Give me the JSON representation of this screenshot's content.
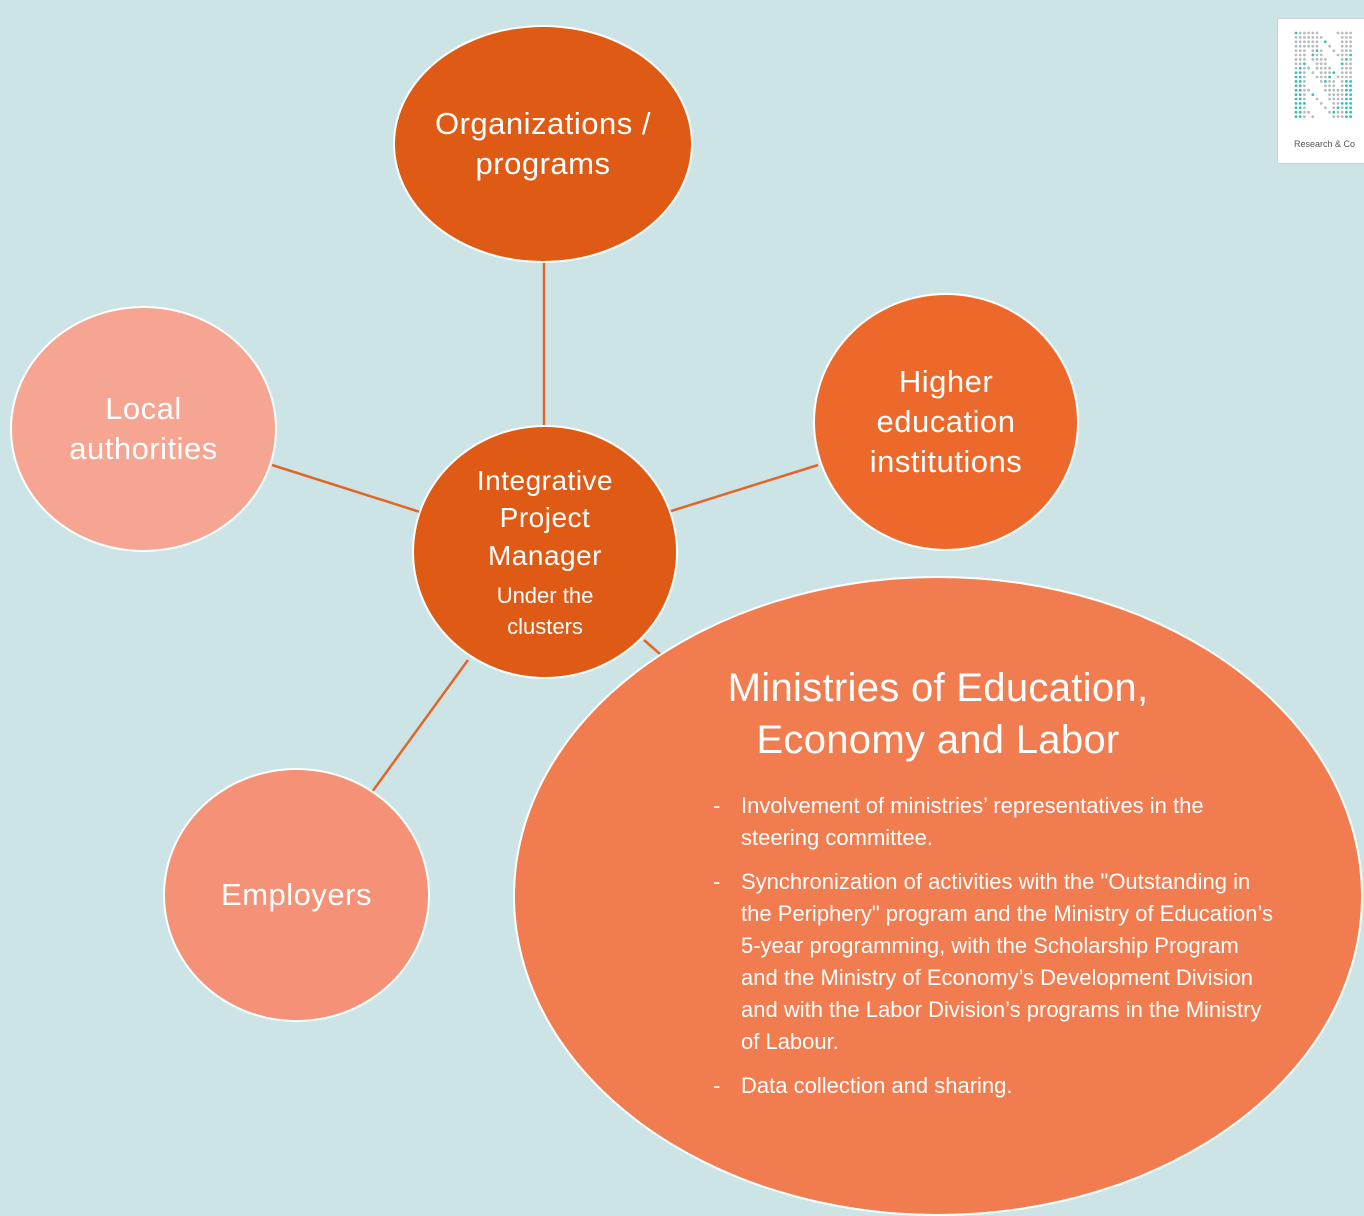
{
  "nodes": {
    "organizations": {
      "title": "Organizations / programs"
    },
    "local_authorities": {
      "title": "Local authorities"
    },
    "higher_education": {
      "title": "Higher education institutions"
    },
    "employers": {
      "title": "Employers"
    },
    "center": {
      "title": "Integrative Project Manager",
      "subtitle": "Under the clusters"
    },
    "ministries": {
      "title": "Ministries of Education, Economy and Labor",
      "bullets": [
        "Involvement of ministries’ representatives in the steering committee.",
        "Synchronization of activities with the \"Outstanding in the Periphery\" program and the Ministry of Education’s 5-year programming, with the Scholarship Program and the Ministry of Economy’s Development Division and with the Labor Division’s programs in the Ministry of Labour.",
        "Data collection and sharing."
      ]
    }
  },
  "logo": {
    "text": "Research & Co"
  },
  "colors": {
    "background": "#cde4e6",
    "connector": "#e0662a",
    "dark_orange": "#df5b15",
    "light_salmon": "#f5a592",
    "mid_orange": "#ec692b",
    "salmon": "#f49177",
    "coral": "#f07c50",
    "teal_dots": "#3cbcb8"
  }
}
